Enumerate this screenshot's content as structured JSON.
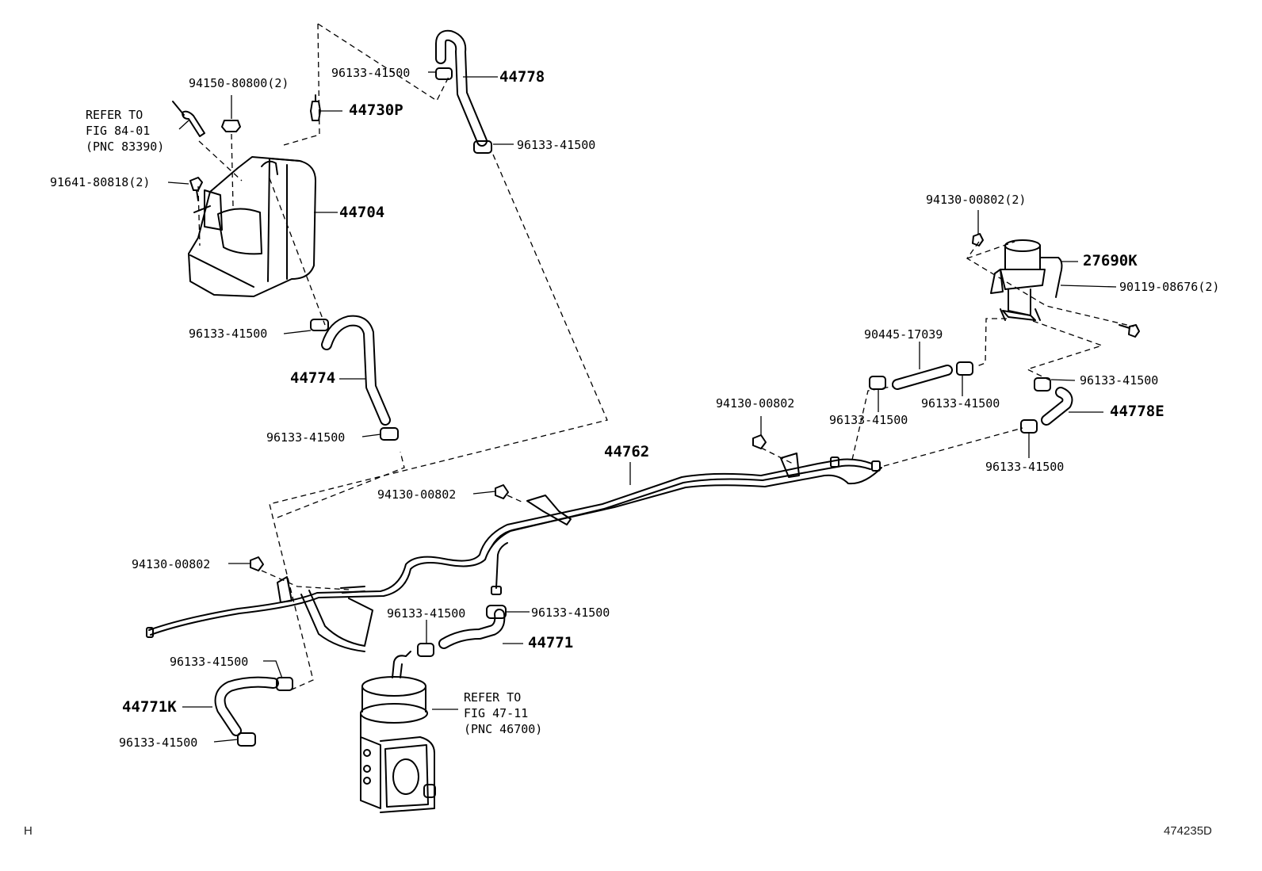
{
  "labels": {
    "p_9415080800": "94150-80800(2)",
    "p_44730p": "44730P",
    "p_9164180818": "91641-80818(2)",
    "p_44704": "44704",
    "p_96133_a": "96133-41500",
    "p_44778": "44778",
    "p_96133_b": "96133-41500",
    "p_96133_c": "96133-41500",
    "p_44774": "44774",
    "p_96133_d": "96133-41500",
    "p_9413000802_2": "94130-00802(2)",
    "p_27690k": "27690K",
    "p_9011908676": "90119-08676(2)",
    "p_9044517039": "90445-17039",
    "p_96133_e": "96133-41500",
    "p_96133_f": "96133-41500",
    "p_96133_g": "96133-41500",
    "p_44778e": "44778E",
    "p_96133_h": "96133-41500",
    "p_9413000802_a": "94130-00802",
    "p_44762": "44762",
    "p_9413000802_b": "94130-00802",
    "p_9413000802_c": "94130-00802",
    "p_96133_i": "96133-41500",
    "p_96133_j": "96133-41500",
    "p_44771": "44771",
    "p_96133_k": "96133-41500",
    "p_44771k": "44771K",
    "p_96133_l": "96133-41500"
  },
  "notes": {
    "refer_84": "REFER TO\nFIG 84-01\n(PNC 83390)",
    "refer_47": "REFER TO\nFIG 47-11\n(PNC 46700)"
  },
  "footer": {
    "left": "H",
    "right": "474235D"
  }
}
